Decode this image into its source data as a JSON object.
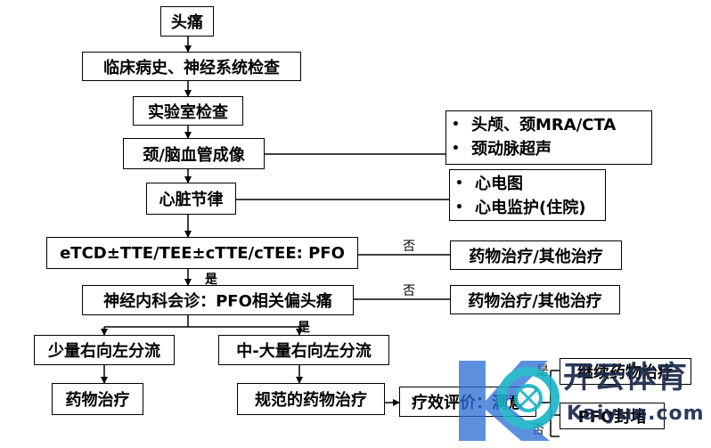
{
  "nodes": {
    "headache": "头痛",
    "history": "临床病史、神经系统检查",
    "lab": "实验室检查",
    "imaging": "颈/脑血管成像",
    "imaging_detail": [
      "头颅、颈MRA/CTA",
      "颈动脉超声"
    ],
    "rhythm": "心脏节律",
    "rhythm_detail": [
      "心电图",
      "心电监护(住院)"
    ],
    "etcd": "eTCD±TTE/TEE±cTTE/cTEE: PFO",
    "drug_other_1": "药物治疗/其他治疗",
    "consult": "神经内科会诊：PFO相关偏头痛",
    "drug_other_2": "药物治疗/其他治疗",
    "small_shunt": "少量右向左分流",
    "large_shunt": "中-大量右向左分流",
    "drug_left": "药物治疗",
    "standard_drug": "规范的药物治疗",
    "efficacy": "疗效评价：满意",
    "continue_drug": "继续药物治疗",
    "closure": "PFO封堵"
  },
  "labels": {
    "no": "否",
    "yes": "是",
    "bullet": "•"
  },
  "watermark": {
    "name": "开云体育",
    "url": "Kaiyun.com",
    "colors": {
      "teal": "#19b3c6",
      "blue": "#2a6fd6",
      "dark": "#1b2a4a"
    }
  }
}
